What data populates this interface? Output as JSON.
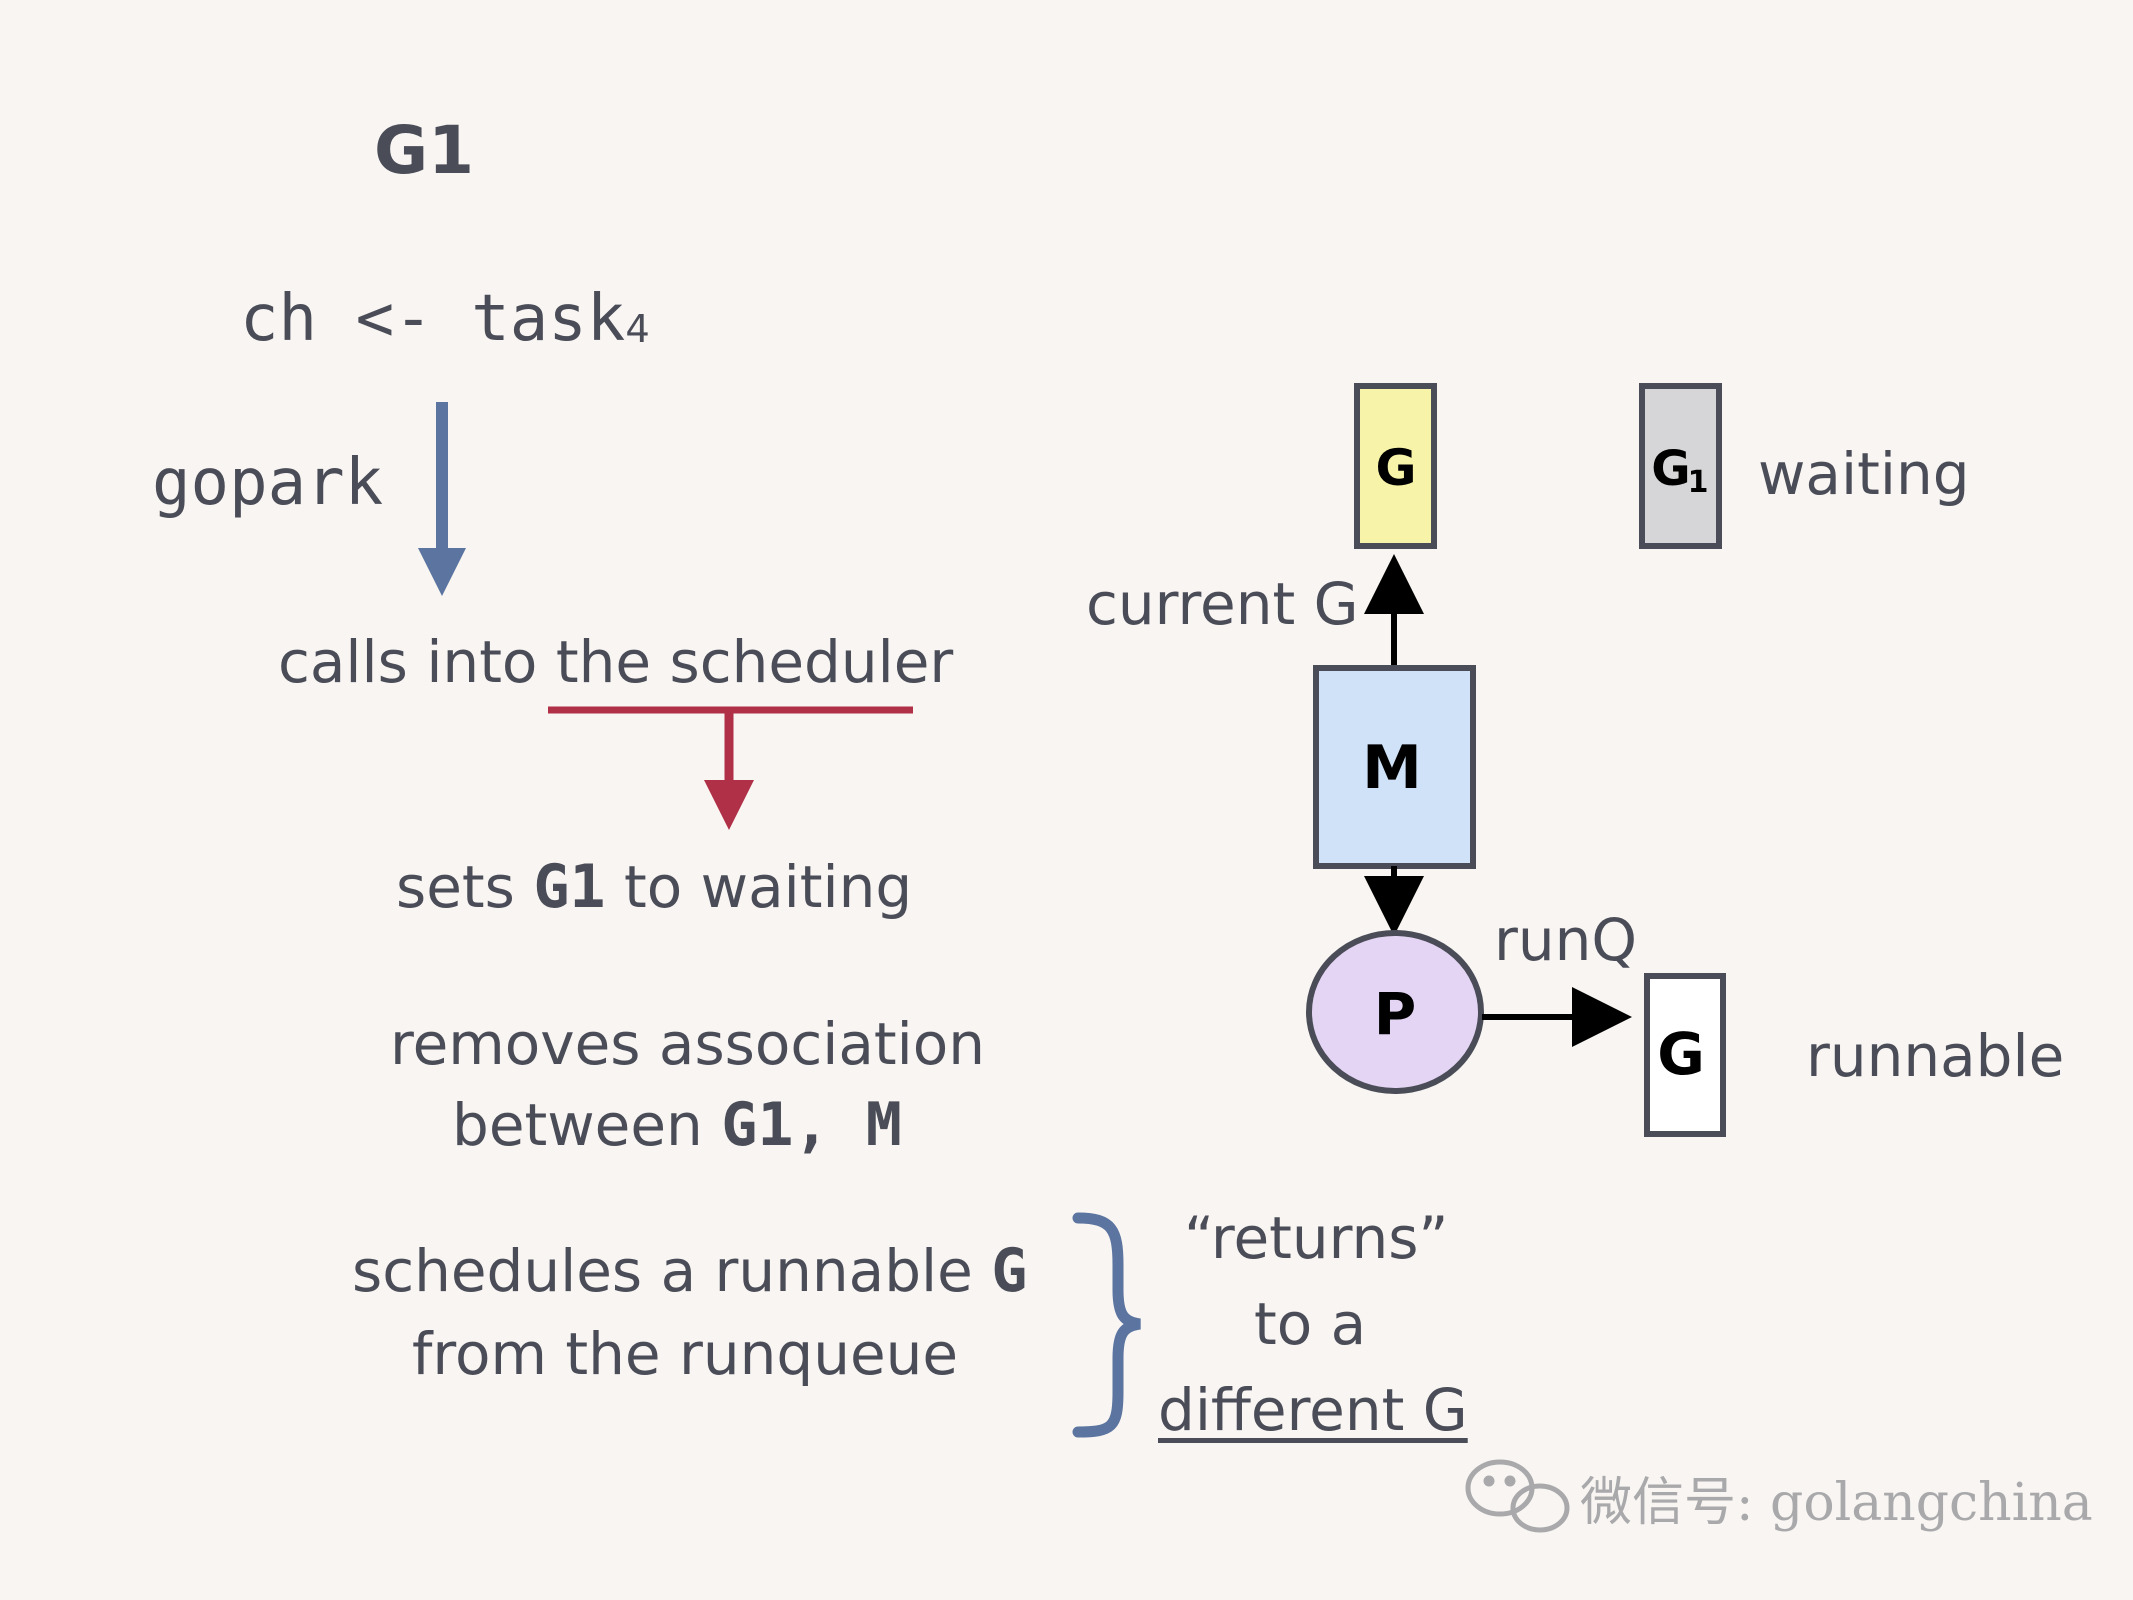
{
  "title": "G1",
  "code_line": "ch <- task",
  "code_subscript": "4",
  "gopark_label": "gopark",
  "step_calls": "calls into the scheduler",
  "step_sets_prefix": "sets",
  "step_sets_code": "G1",
  "step_sets_suffix": "to waiting",
  "step_removes_line1": "removes association",
  "step_removes_line2_prefix": "between",
  "step_removes_line2_code": "G1, M",
  "step_schedules_line1_prefix": "schedules a runnable",
  "step_schedules_line1_code": "G",
  "step_schedules_line2": "from the runqueue",
  "returns_line1": "“returns”",
  "returns_line2": "to a",
  "returns_line3": "different G",
  "diagram": {
    "current_g_label": "current G",
    "g_current": "G",
    "g1_waiting_main": "G",
    "g1_waiting_sub": "1",
    "waiting_label": "waiting",
    "m_label": "M",
    "p_label": "P",
    "runq_label": "runQ",
    "g_runnable": "G",
    "runnable_label": "runnable"
  },
  "watermark": "微信号: golangchina",
  "colors": {
    "background": "#f8f5f2",
    "text": "#4a4c57",
    "blue_arrow": "#5b74a0",
    "red_arrow": "#b03048",
    "g_current_fill": "#f7f3a8",
    "g_waiting_fill": "#d6d6d9",
    "m_fill": "#cfe2f8",
    "p_fill": "#e5d5f5",
    "g_runnable_fill": "#ffffff",
    "outline": "#4a4c57"
  }
}
